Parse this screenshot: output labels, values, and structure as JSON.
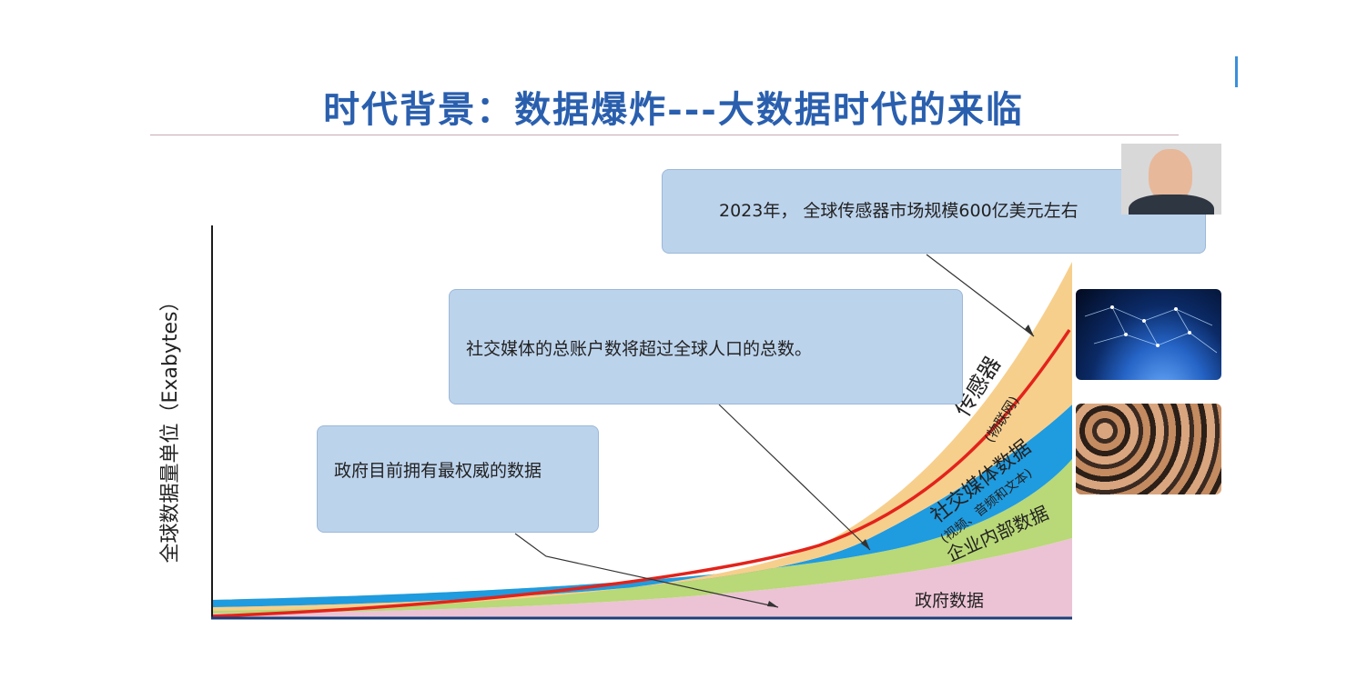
{
  "slide": {
    "title": "时代背景：数据爆炸---大数据时代的来临",
    "y_axis_label": "全球数据量单位（Exabytes）",
    "callouts": {
      "sensor": "2023年， 全球传感器市场规模600亿美元左右",
      "social": "社交媒体的总账户数将超过全球人口的总数。",
      "gov": "政府目前拥有最权威的数据"
    },
    "layers": {
      "sensor_label": "传感器",
      "sensor_sub": "(物联网)",
      "social_label": "社交媒体数据",
      "social_sub": "(视频、音频和文本)",
      "enterprise_label": "企业内部数据",
      "gov_label": "政府数据"
    },
    "colors": {
      "sensor": "#f7cf8c",
      "social": "#1f9be0",
      "enterprise": "#b9d877",
      "gov": "#ecc3d5",
      "trend": "#e3231b",
      "axis": "#1b3f7a",
      "title": "#2a5fae"
    },
    "icons": {
      "globe_image": "network-globe-image",
      "crowd_image": "crowd-photo-image",
      "presenter": "presenter-webcam-avatar"
    }
  }
}
